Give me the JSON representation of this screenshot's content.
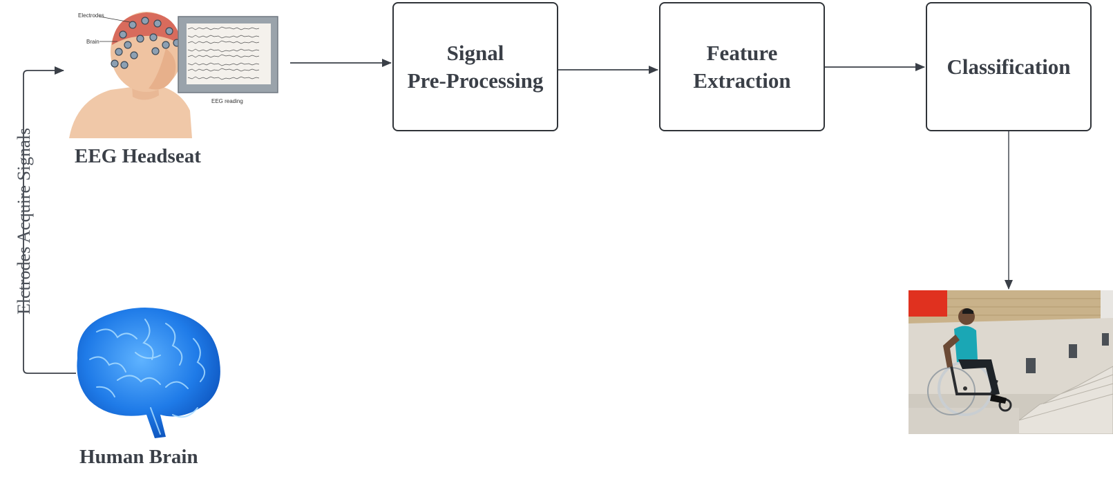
{
  "diagram": {
    "steps": [
      {
        "id": "preprocess",
        "lines": [
          "Signal",
          "Pre-Processing"
        ]
      },
      {
        "id": "feature",
        "lines": [
          "Feature",
          "Extraction"
        ]
      },
      {
        "id": "classify",
        "lines": [
          "Classification"
        ]
      }
    ],
    "headset_caption": "EEG Headseat",
    "brain_caption": "Human Brain",
    "side_label": "Elctrodes Acquire Signals",
    "illustration_labels": {
      "electrodes": "Electrodes",
      "brain": "Brain",
      "reading": "EEG reading"
    },
    "colors": {
      "box_border": "#2f3338",
      "arrow": "#3a3f47",
      "brain_blue": "#1f7be8",
      "text": "#3a3f47"
    }
  }
}
